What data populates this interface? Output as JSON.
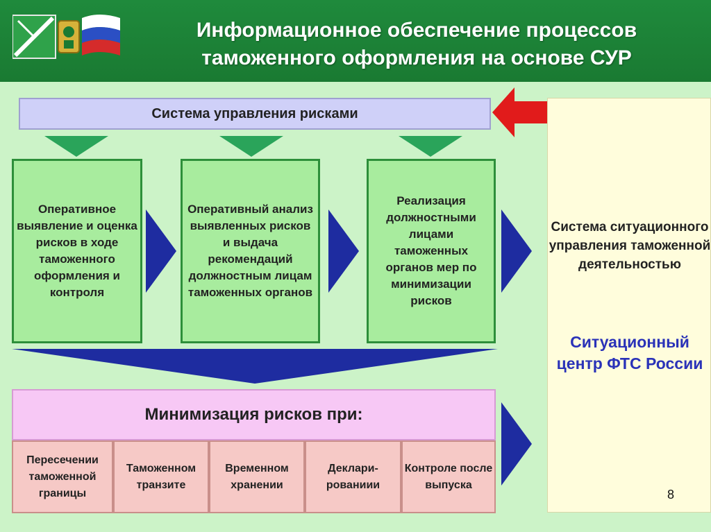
{
  "header": {
    "title_line1": "Информационное обеспечение процессов",
    "title_line2": "таможенного оформления на основе СУР"
  },
  "top_bar": {
    "label": "Система управления рисками"
  },
  "process_boxes": [
    {
      "text": "Оперативное выявление и оценка рисков в ходе таможенного оформления и контроля"
    },
    {
      "text": "Оперативный анализ выявленных рисков и выдача рекомендаций должностным лицам таможенных органов"
    },
    {
      "text": "Реализация должностными лицами таможенных органов мер по минимизации рисков"
    }
  ],
  "minimization": {
    "title": "Минимизация рисков при:",
    "items": [
      "Пересечении таможенной границы",
      "Таможенном транзите",
      "Временном хранении",
      "Деклари-рованиии",
      "Контроле после выпуска"
    ]
  },
  "right_panel": {
    "system_text": "Система ситуационного управления таможенной деятельностью",
    "center_text": "Ситуационный центр ФТС России",
    "page_number": "8"
  },
  "colors": {
    "header": "#1a7a32",
    "background": "#ccf3c8",
    "box_fill": "#a8ec9e",
    "arrow_blue": "#1e2ca0",
    "arrow_red": "#e11b1b",
    "center_text": "#2a32b8"
  }
}
